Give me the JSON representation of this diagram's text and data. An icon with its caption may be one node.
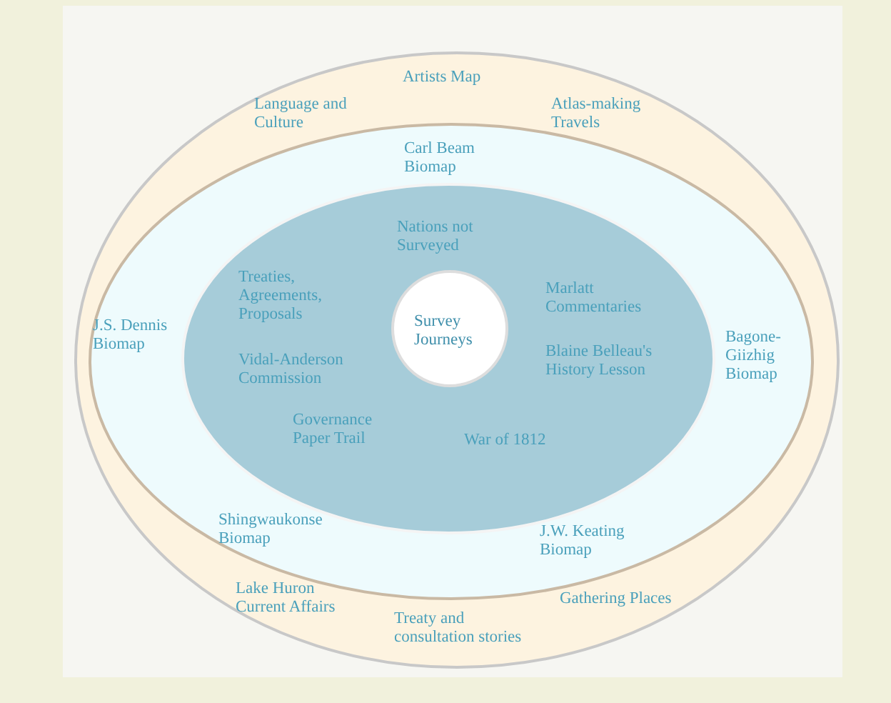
{
  "diagram": {
    "nodes": [
      {
        "text": [
          "Artists Map",
          "Language and Culture",
          "Atlas-making Travels",
          "Lake Huron Current Affairs",
          "Gathering Places",
          "Treaty and consultation stories"
        ]
      },
      {
        "text": [
          "Carl Beam Biomap",
          "J.S. Dennis Biomap",
          "Bagone-Giizhig Biomap",
          "Shingwaukonse Biomap",
          "J.W. Keating Biomap"
        ],
        "in": 0
      },
      {
        "text": [
          "Nations not Surveyed",
          "Treaties, Agreements, Proposals",
          "Marlatt Commentaries",
          "Vidal-Anderson Commission",
          "Blaine Belleau's History Lesson",
          "Governance Paper Trail",
          "War of 1812"
        ],
        "in": 1
      },
      {
        "text": [
          "Survey Journeys"
        ],
        "in": 2
      }
    ]
  }
}
